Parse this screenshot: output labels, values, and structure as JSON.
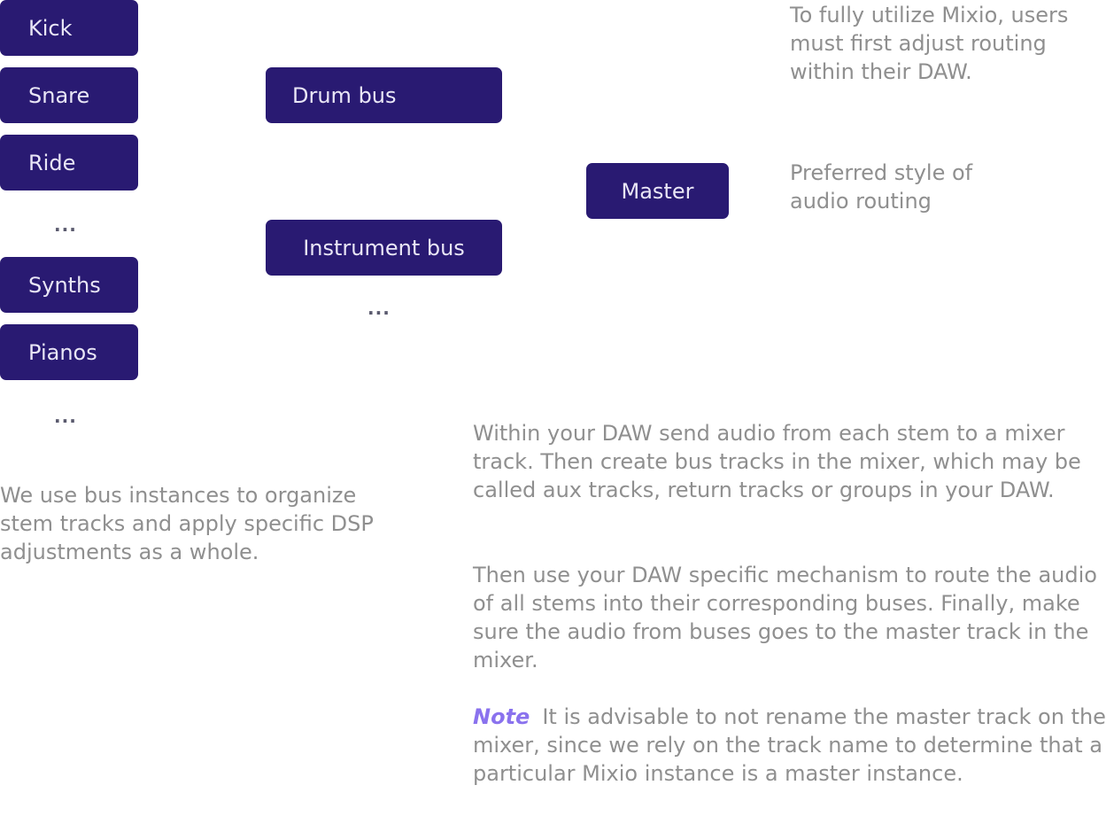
{
  "stems": [
    "Kick",
    "Snare",
    "Ride",
    "Synths",
    "Pianos"
  ],
  "ellipsis": "...",
  "buses": [
    "Drum bus",
    "Instrument bus"
  ],
  "master": "Master",
  "intro_text": "To fully utilize Mixio, users must first adjust routing within their DAW.",
  "preferred_text": "Preferred style of audio routing",
  "bus_explanation": "We use bus instances to organize stem tracks and apply specific DSP adjustments as a whole.",
  "paragraphs": [
    "Within your DAW send audio from each stem to a mixer track. Then create bus tracks in the mixer, which may be called aux tracks, return tracks or groups in your DAW.",
    "Then use your DAW specific mechanism to route the audio of all stems into their corresponding buses. Finally, make sure the audio from buses goes to the master track in the mixer."
  ],
  "note": {
    "label": "Note",
    "text": "It is advisable to not rename the master track on the mixer, since we rely on the track name to determine that a particular Mixio instance is a master instance."
  },
  "colors": {
    "node_fill": "#291a72",
    "node_text": "#e9e6f6",
    "body_text": "#8f8f8f",
    "note_accent": "#8a72ee"
  }
}
